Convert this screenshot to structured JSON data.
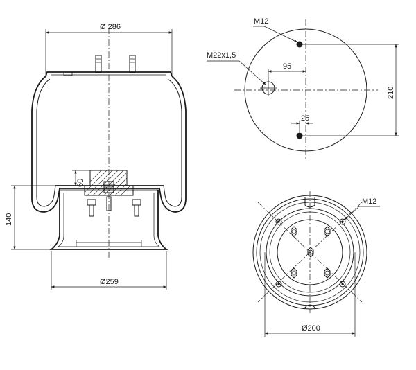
{
  "side_view": {
    "top_diameter": "Ø 286",
    "bottom_diameter": "Ø259",
    "height_lower": "140",
    "piston_offset": "60"
  },
  "top_view": {
    "thread_stud": "M12",
    "thread_port": "M22x1,5",
    "dim_95": "95",
    "dim_25": "25",
    "dim_210": "210"
  },
  "bottom_view": {
    "thread_holes": "M12",
    "dim_200": "Ø200"
  }
}
